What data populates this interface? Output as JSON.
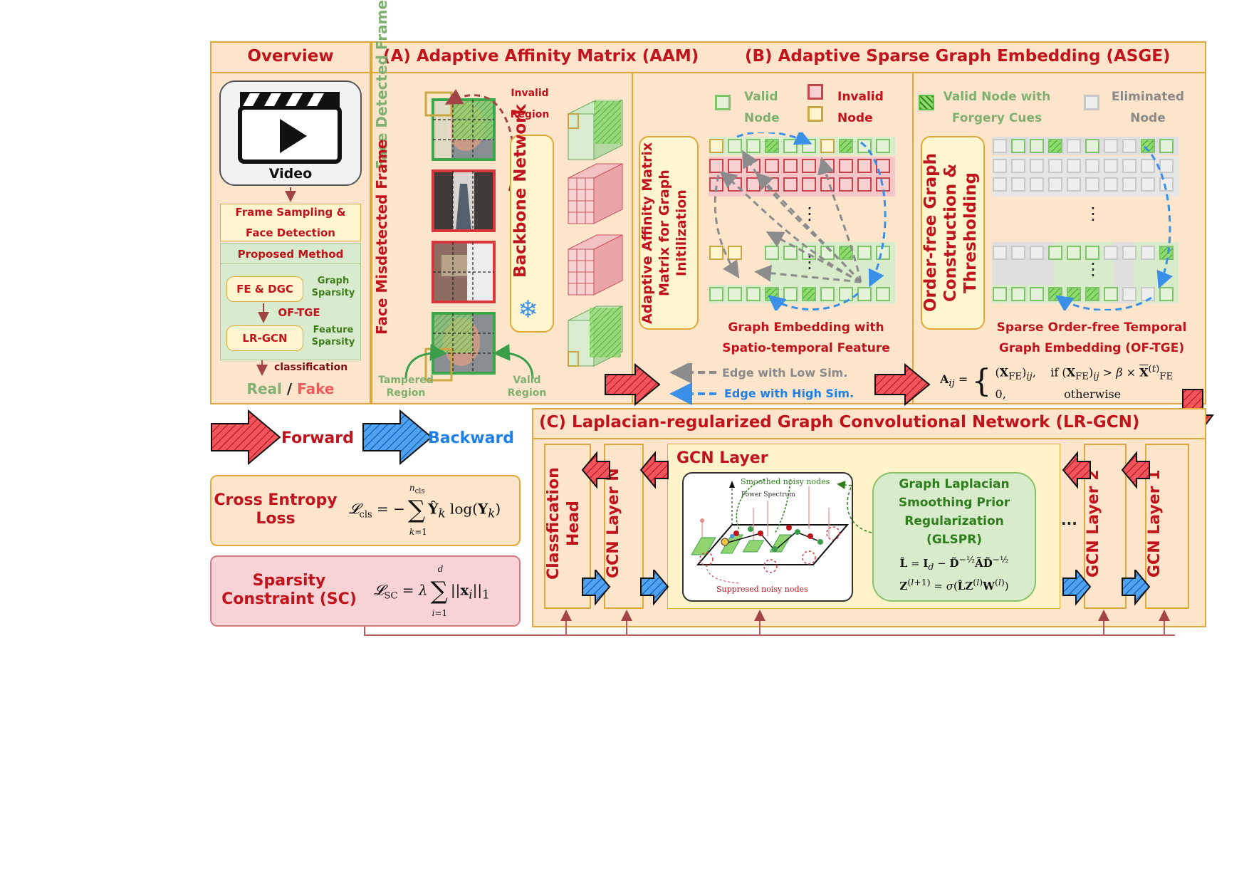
{
  "overview": {
    "title": "Overview",
    "video_label": "Video",
    "frame_sampling": "Frame Sampling &",
    "face_detection": "Face Detection",
    "proposed_method": "Proposed Method",
    "fe_dgc": "FE & DGC",
    "graph_sparsity": "Graph Sparsity",
    "of_tge": "OF-TGE",
    "lr_gcn": "LR-GCN",
    "feature_sparsity": "Feature Sparsity",
    "classification": "classification",
    "real": "Real",
    "slash": "/",
    "fake": "Fake"
  },
  "aam": {
    "title": "(A) Adaptive Affinity Matrix (AAM)",
    "face_detected_frame": "Face Detected Frame",
    "face_misdetected_frame": "Face Misdetected Frame",
    "invalid_region": "Invalid Region",
    "backbone_network": "Backbone Network",
    "tampered_region": "Tampered Region",
    "valid_region": "Valid Region",
    "aam_init": "Adaptive Affinity Matrix  Matrix for Graph Initilization"
  },
  "asge": {
    "title": "(B) Adaptive Sparse Graph Embedding (ASGE)",
    "valid_node": "Valid Node",
    "invalid_node": "Invalid Node",
    "graph_embedding_1": "Graph Embedding with",
    "graph_embedding_2": "Spatio-temporal Feature",
    "edge_low": "Edge with Low Sim.",
    "edge_high": "Edge with High Sim.",
    "valid_node_forgery": "Valid Node with Forgery Cues",
    "eliminated_node": "Eliminated Node",
    "order_free": "Order-free Graph Construction & Thresholding",
    "sparse_1": "Sparse Order-free Temporal",
    "sparse_2": "Graph Embedding (OF-TGE)",
    "ellipsis": "⋮"
  },
  "legend": {
    "forward": "Forward",
    "backward": "Backward"
  },
  "losses": {
    "ce_title": "Cross Entropy Loss",
    "sc_title": "Sparsity Constraint (SC)"
  },
  "lrgcn": {
    "title": "(C) Laplacian-regularized Graph Convolutional Network (LR-GCN)",
    "classification_head": "Classfication Head",
    "gcn_layer_n": "GCN Layer N",
    "gcn_layer": "GCN Layer",
    "smoothed": "Smoothed noisy nodes",
    "power_spectrum": "Power Spectrum",
    "suppressed": "Suppresed noisy nodes",
    "glspr_1": "Graph Laplacian",
    "glspr_2": "Smoothing Prior",
    "glspr_3": "Regularization",
    "glspr_4": "(GLSPR)",
    "dots": "...",
    "gcn_layer_2": "GCN Layer 2",
    "gcn_layer_1": "GCN Layer 1"
  },
  "colors": {
    "panel_fill": "#fde5cc",
    "panel_border": "#e0a83a",
    "title_red": "#c0131c",
    "valid_green": "#5fb84a",
    "invalid_red": "#d9363e",
    "high_sim_blue": "#3a8fe8",
    "low_sim_gray": "#8c8c8c",
    "sc_box": "#f7d3d5"
  }
}
